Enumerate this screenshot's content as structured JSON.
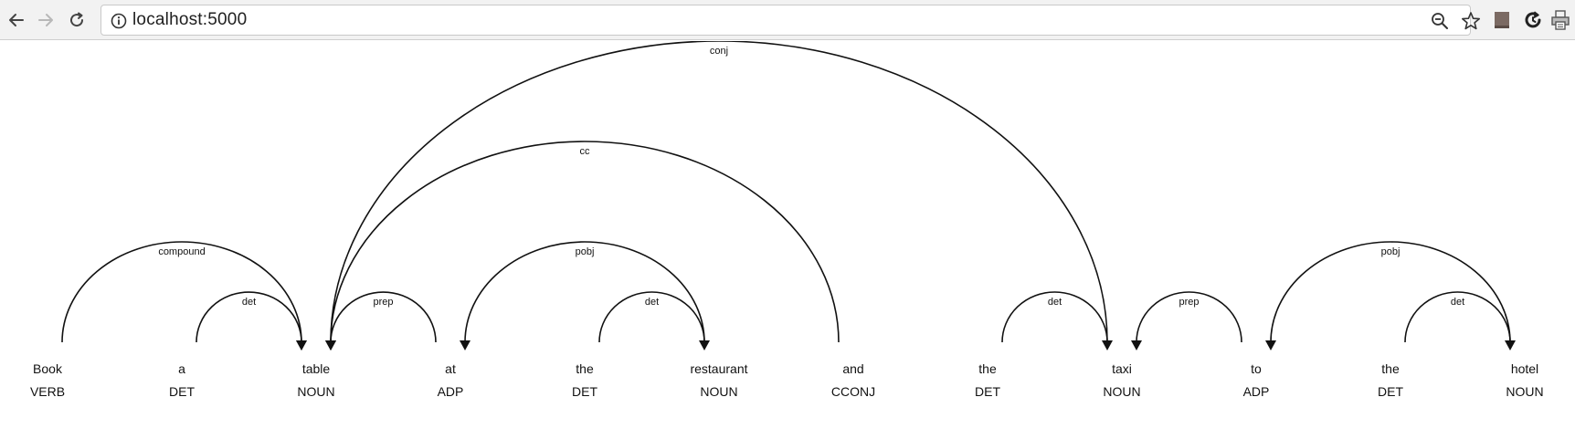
{
  "browser": {
    "url": "localhost:5000",
    "back_icon": "arrow-left-icon",
    "forward_icon": "arrow-right-icon",
    "reload_icon": "reload-icon",
    "info_icon": "info-icon",
    "zoom_icon": "zoom-out-icon",
    "bookmark_icon": "star-icon",
    "extensions": [
      "book-extension-icon",
      "refresh-extension-icon",
      "printer-extension-icon"
    ]
  },
  "parse": {
    "words": [
      {
        "text": "Book",
        "tag": "VERB"
      },
      {
        "text": "a",
        "tag": "DET"
      },
      {
        "text": "table",
        "tag": "NOUN"
      },
      {
        "text": "at",
        "tag": "ADP"
      },
      {
        "text": "the",
        "tag": "DET"
      },
      {
        "text": "restaurant",
        "tag": "NOUN"
      },
      {
        "text": "and",
        "tag": "CCONJ"
      },
      {
        "text": "the",
        "tag": "DET"
      },
      {
        "text": "taxi",
        "tag": "NOUN"
      },
      {
        "text": "to",
        "tag": "ADP"
      },
      {
        "text": "the",
        "tag": "DET"
      },
      {
        "text": "hotel",
        "tag": "NOUN"
      }
    ],
    "arcs": [
      {
        "start": 0,
        "end": 2,
        "label": "compound",
        "dir": "left"
      },
      {
        "start": 1,
        "end": 2,
        "label": "det",
        "dir": "left"
      },
      {
        "start": 2,
        "end": 3,
        "label": "prep",
        "dir": "right"
      },
      {
        "start": 3,
        "end": 5,
        "label": "pobj",
        "dir": "right"
      },
      {
        "start": 4,
        "end": 5,
        "label": "det",
        "dir": "left"
      },
      {
        "start": 2,
        "end": 6,
        "label": "cc",
        "dir": "right"
      },
      {
        "start": 2,
        "end": 8,
        "label": "conj",
        "dir": "right"
      },
      {
        "start": 7,
        "end": 8,
        "label": "det",
        "dir": "left"
      },
      {
        "start": 8,
        "end": 9,
        "label": "prep",
        "dir": "right"
      },
      {
        "start": 9,
        "end": 11,
        "label": "pobj",
        "dir": "right"
      },
      {
        "start": 10,
        "end": 11,
        "label": "det",
        "dir": "left"
      }
    ]
  }
}
